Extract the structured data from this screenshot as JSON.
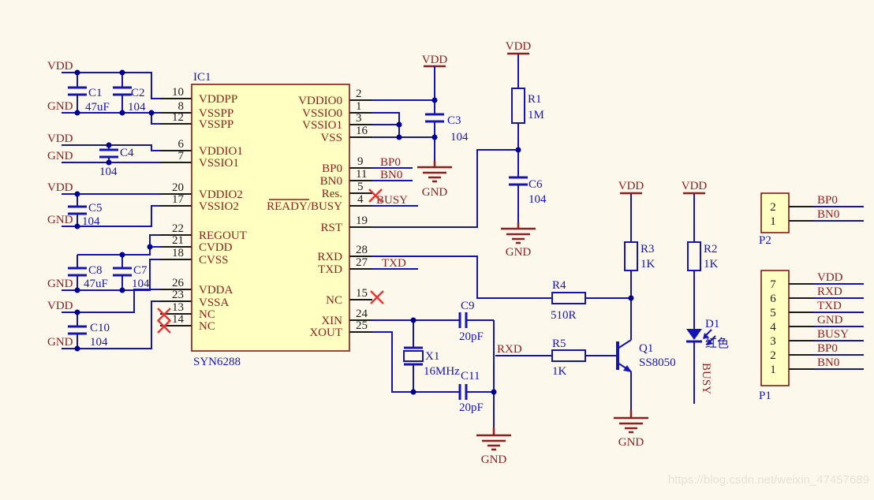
{
  "watermark": {
    "text": "https://blog.csdn.net/weixin_47457689"
  },
  "power": {
    "vdd": "VDD",
    "gnd": "GND"
  },
  "nets": {
    "bp0": "BP0",
    "bn0": "BN0",
    "busy": "BUSY",
    "txd": "TXD",
    "rxd": "RXD"
  },
  "ic": {
    "ref": "IC1",
    "part": "SYN6288",
    "left_pins": [
      {
        "n": "10",
        "name": "VDDPP"
      },
      {
        "n": "8",
        "name": "VSSPP"
      },
      {
        "n": "12",
        "name": "VSSPP"
      },
      {
        "n": "6",
        "name": "VDDIO1"
      },
      {
        "n": "7",
        "name": "VSSIO1"
      },
      {
        "n": "20",
        "name": "VDDIO2"
      },
      {
        "n": "17",
        "name": "VSSIO2"
      },
      {
        "n": "22",
        "name": "REGOUT"
      },
      {
        "n": "21",
        "name": "CVDD"
      },
      {
        "n": "18",
        "name": "CVSS"
      },
      {
        "n": "26",
        "name": "VDDA"
      },
      {
        "n": "23",
        "name": "VSSA"
      },
      {
        "n": "13",
        "name": "NC"
      },
      {
        "n": "14",
        "name": "NC"
      }
    ],
    "right_pins": [
      {
        "n": "2",
        "name": "VDDIO0"
      },
      {
        "n": "1",
        "name": "VSSIO0"
      },
      {
        "n": "3",
        "name": "VSSIO1"
      },
      {
        "n": "16",
        "name": "VSS"
      },
      {
        "n": "9",
        "name": "BP0"
      },
      {
        "n": "11",
        "name": "BN0"
      },
      {
        "n": "5",
        "name": "Res."
      },
      {
        "n": "4",
        "name": "READY/BUSY"
      },
      {
        "n": "19",
        "name": "RST"
      },
      {
        "n": "28",
        "name": "RXD"
      },
      {
        "n": "27",
        "name": "TXD"
      },
      {
        "n": "15",
        "name": "NC"
      },
      {
        "n": "24",
        "name": "XIN"
      },
      {
        "n": "25",
        "name": "XOUT"
      }
    ]
  },
  "caps": {
    "c1": {
      "ref": "C1",
      "val": "47uF"
    },
    "c2": {
      "ref": "C2",
      "val": "104"
    },
    "c3": {
      "ref": "C3",
      "val": "104"
    },
    "c4": {
      "ref": "C4",
      "val": "104"
    },
    "c5": {
      "ref": "C5",
      "val": "104"
    },
    "c6": {
      "ref": "C6",
      "val": "104"
    },
    "c7": {
      "ref": "C7",
      "val": "104"
    },
    "c8": {
      "ref": "C8",
      "val": "47uF"
    },
    "c9": {
      "ref": "C9",
      "val": "20pF"
    },
    "c10": {
      "ref": "C10",
      "val": "104"
    },
    "c11": {
      "ref": "C11",
      "val": "20pF"
    }
  },
  "resistors": {
    "r1": {
      "ref": "R1",
      "val": "1M"
    },
    "r2": {
      "ref": "R2",
      "val": "1K"
    },
    "r3": {
      "ref": "R3",
      "val": "1K"
    },
    "r4": {
      "ref": "R4",
      "val": "510R"
    },
    "r5": {
      "ref": "R5",
      "val": "1K"
    }
  },
  "crystal": {
    "ref": "X1",
    "val": "16MHz"
  },
  "transistor": {
    "ref": "Q1",
    "part": "SS8050"
  },
  "led": {
    "ref": "D1",
    "color_note": "红色"
  },
  "connectors": {
    "p2": {
      "ref": "P2",
      "pins": [
        "2",
        "1"
      ],
      "labels": [
        "BP0",
        "BN0"
      ]
    },
    "p1": {
      "ref": "P1",
      "pins": [
        "7",
        "6",
        "5",
        "4",
        "3",
        "2",
        "1"
      ],
      "labels": [
        "VDD",
        "RXD",
        "TXD",
        "GND",
        "BUSY",
        "BP0",
        "BN0"
      ]
    }
  }
}
